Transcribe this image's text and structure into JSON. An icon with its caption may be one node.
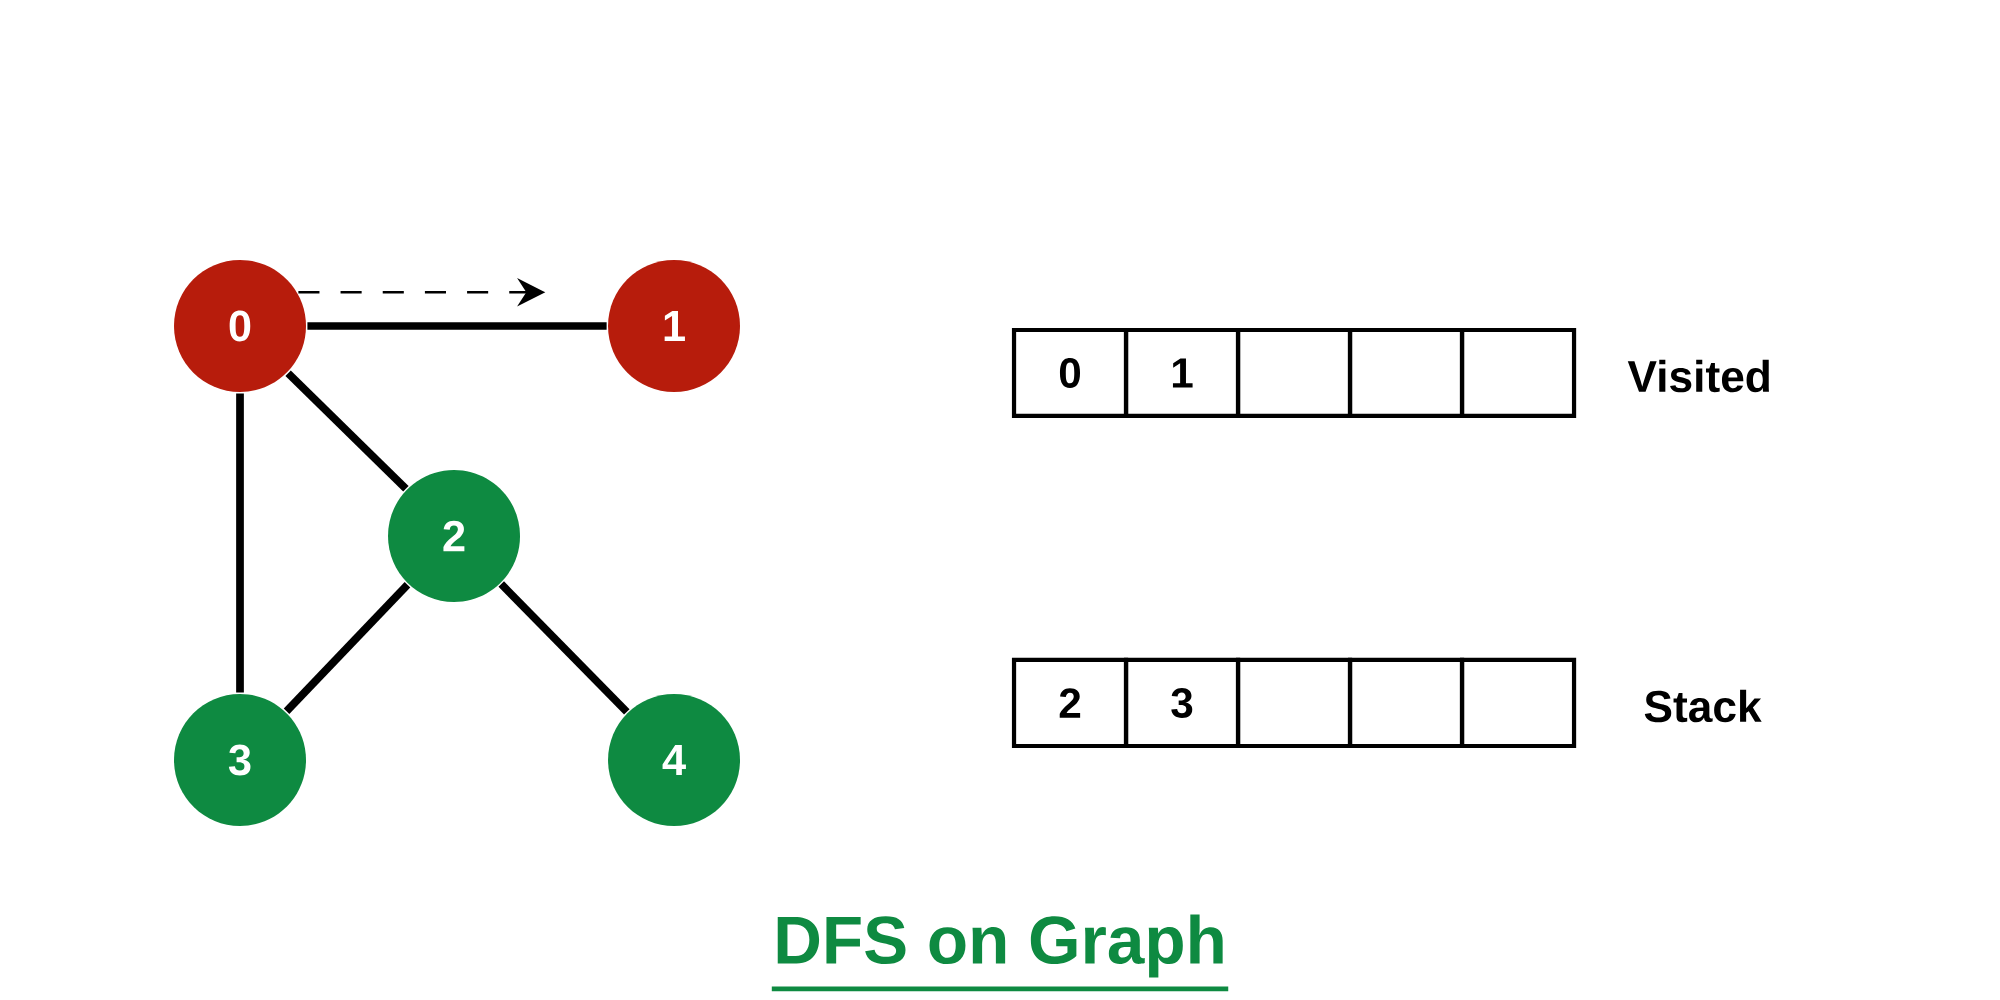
{
  "diagram": {
    "caption": "DFS on Graph",
    "nodes": [
      {
        "text": [
          "0"
        ]
      },
      {
        "text": [
          "1"
        ]
      },
      {
        "text": [
          "2"
        ]
      },
      {
        "text": [
          "3"
        ]
      },
      {
        "text": [
          "4"
        ]
      },
      {
        "text": [
          "0"
        ]
      },
      {
        "text": [
          "1"
        ]
      },
      {
        "text": [],
        "shape": "box"
      },
      {
        "text": [],
        "shape": "box"
      },
      {
        "text": [],
        "shape": "box"
      },
      {
        "text": [
          "2"
        ]
      },
      {
        "text": [
          "3"
        ]
      },
      {
        "text": [],
        "shape": "box"
      },
      {
        "text": [],
        "shape": "box"
      },
      {
        "text": [],
        "shape": "box"
      }
    ],
    "edges": [
      {
        "from": 0,
        "to": 1,
        "arrow": "none"
      },
      {
        "from": 0,
        "to": 1,
        "arrow": "to",
        "style": "dashed"
      },
      {
        "from": 0,
        "to": 3,
        "arrow": "none"
      },
      {
        "from": 0,
        "to": 2,
        "arrow": "none"
      },
      {
        "from": 2,
        "to": 3,
        "arrow": "none"
      },
      {
        "from": 2,
        "to": 4,
        "arrow": "none"
      }
    ],
    "labels": [
      "Visited",
      "Stack"
    ]
  }
}
